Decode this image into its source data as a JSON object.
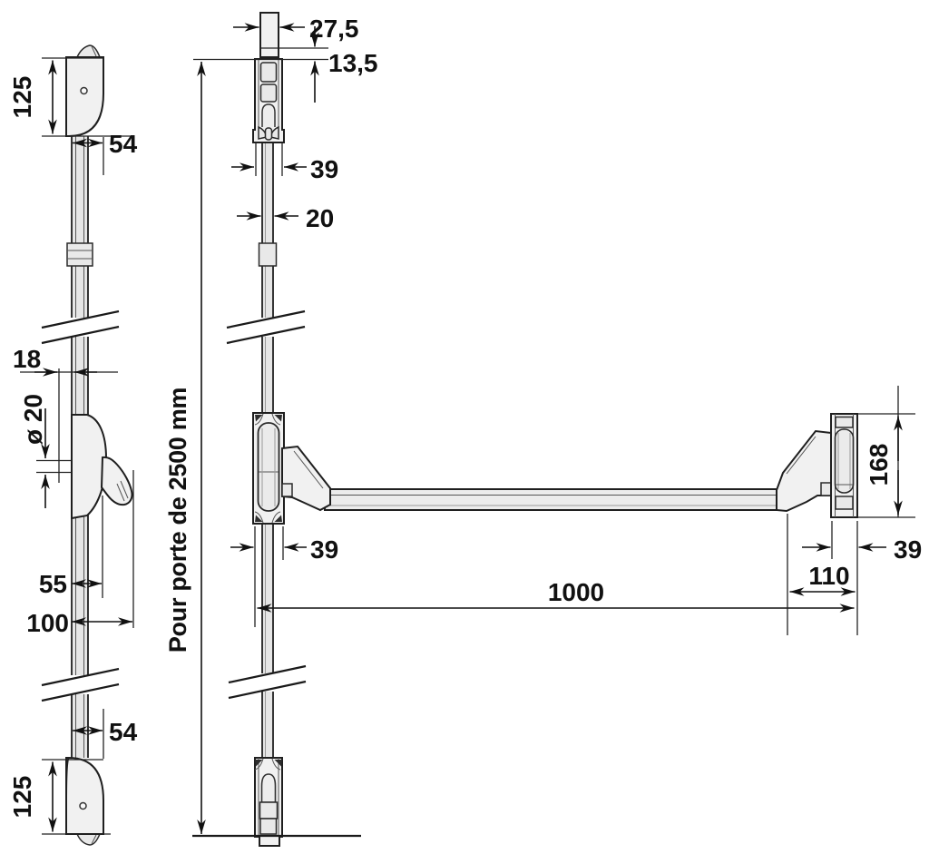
{
  "labels": {
    "side": {
      "top_height": "125",
      "top_width": "54",
      "rod_offset": "18",
      "rod_dia": "ø 20",
      "lever_55": "55",
      "lever_100": "100",
      "bottom_width": "54",
      "bottom_height": "125"
    },
    "front": {
      "keeper_w": "27,5",
      "keeper_off": "13,5",
      "case_w_top": "39",
      "rod_w": "20",
      "door_note": "Pour porte de 2500 mm",
      "case_w_mid": "39",
      "bar_len": "1000",
      "end_w": "39",
      "end_off": "110",
      "end_h": "168"
    }
  }
}
